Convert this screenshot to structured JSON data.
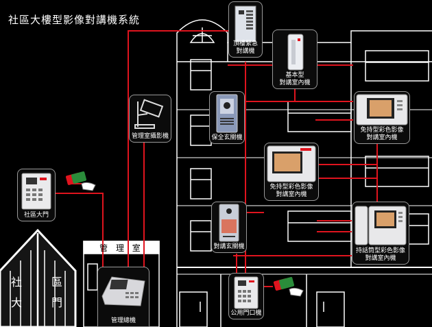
{
  "title": "社區大樓型影像對講機系統",
  "colors": {
    "background": "#000000",
    "wiring": "#e0141e",
    "outline": "#ffffff"
  },
  "management_room": {
    "label": "管 理 室"
  },
  "community_gate": {
    "chars": [
      "社",
      "區",
      "大",
      "門"
    ]
  },
  "devices": {
    "rooftop_emergency": {
      "label_lines": [
        "頂樓緊急",
        "對講機"
      ]
    },
    "basic_indoor": {
      "label_lines": [
        "基本型",
        "對講室內機"
      ]
    },
    "security_cam": {
      "label": "管理室攝影機"
    },
    "security_entrance": {
      "label": "保全玄關機"
    },
    "handsfree_upper": {
      "label_lines": [
        "免持型彩色影像",
        "對講室內機"
      ]
    },
    "handsfree_center": {
      "label_lines": [
        "免持型彩色影像",
        "對講室內機"
      ]
    },
    "community_gate_unit": {
      "label": "社區大門"
    },
    "entrance_intercom": {
      "label": "對講玄關機"
    },
    "handset_indoor": {
      "label_lines": [
        "持話筒型彩色影像",
        "對講室內機"
      ]
    },
    "master_station": {
      "label": "管理總機"
    },
    "public_door": {
      "label": "公用門口機"
    }
  }
}
